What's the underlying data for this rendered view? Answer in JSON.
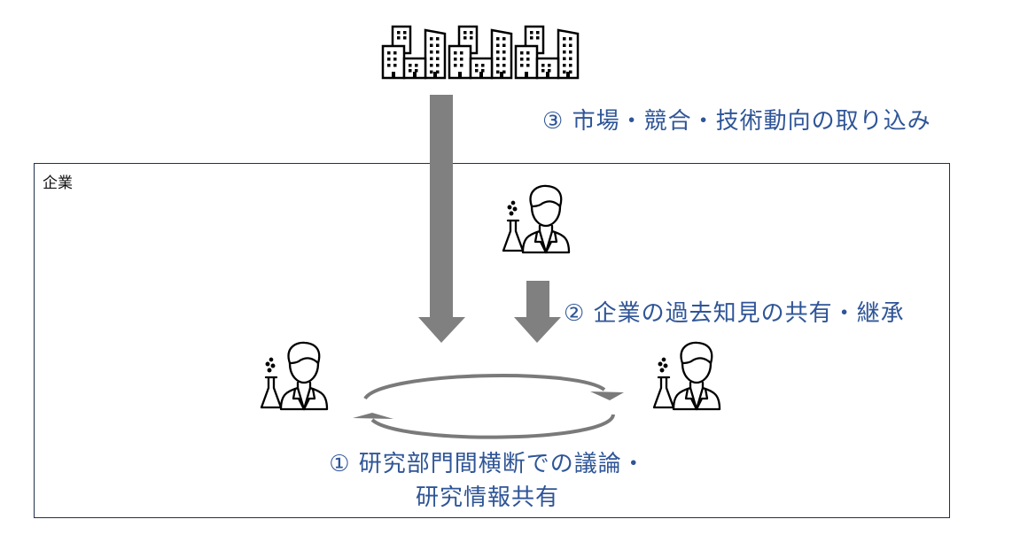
{
  "diagram": {
    "company_box": {
      "label": "企業"
    },
    "external": {
      "icon": "city-buildings-icon"
    },
    "labels": {
      "market_intake": "③ 市場・競合・技術動向の取り込み",
      "knowledge_sharing": "② 企業の過去知見の共有・継承",
      "cross_dept_line1": "① 研究部門間横断での議論・",
      "cross_dept_line2": "研究情報共有"
    },
    "researchers": [
      {
        "icon": "scientist-icon",
        "role": "center-top"
      },
      {
        "icon": "scientist-icon",
        "role": "left"
      },
      {
        "icon": "scientist-icon",
        "role": "right"
      }
    ],
    "colors": {
      "text_blue": "#2f5597",
      "arrow_gray": "#808080",
      "box_border": "#1f3050"
    }
  }
}
